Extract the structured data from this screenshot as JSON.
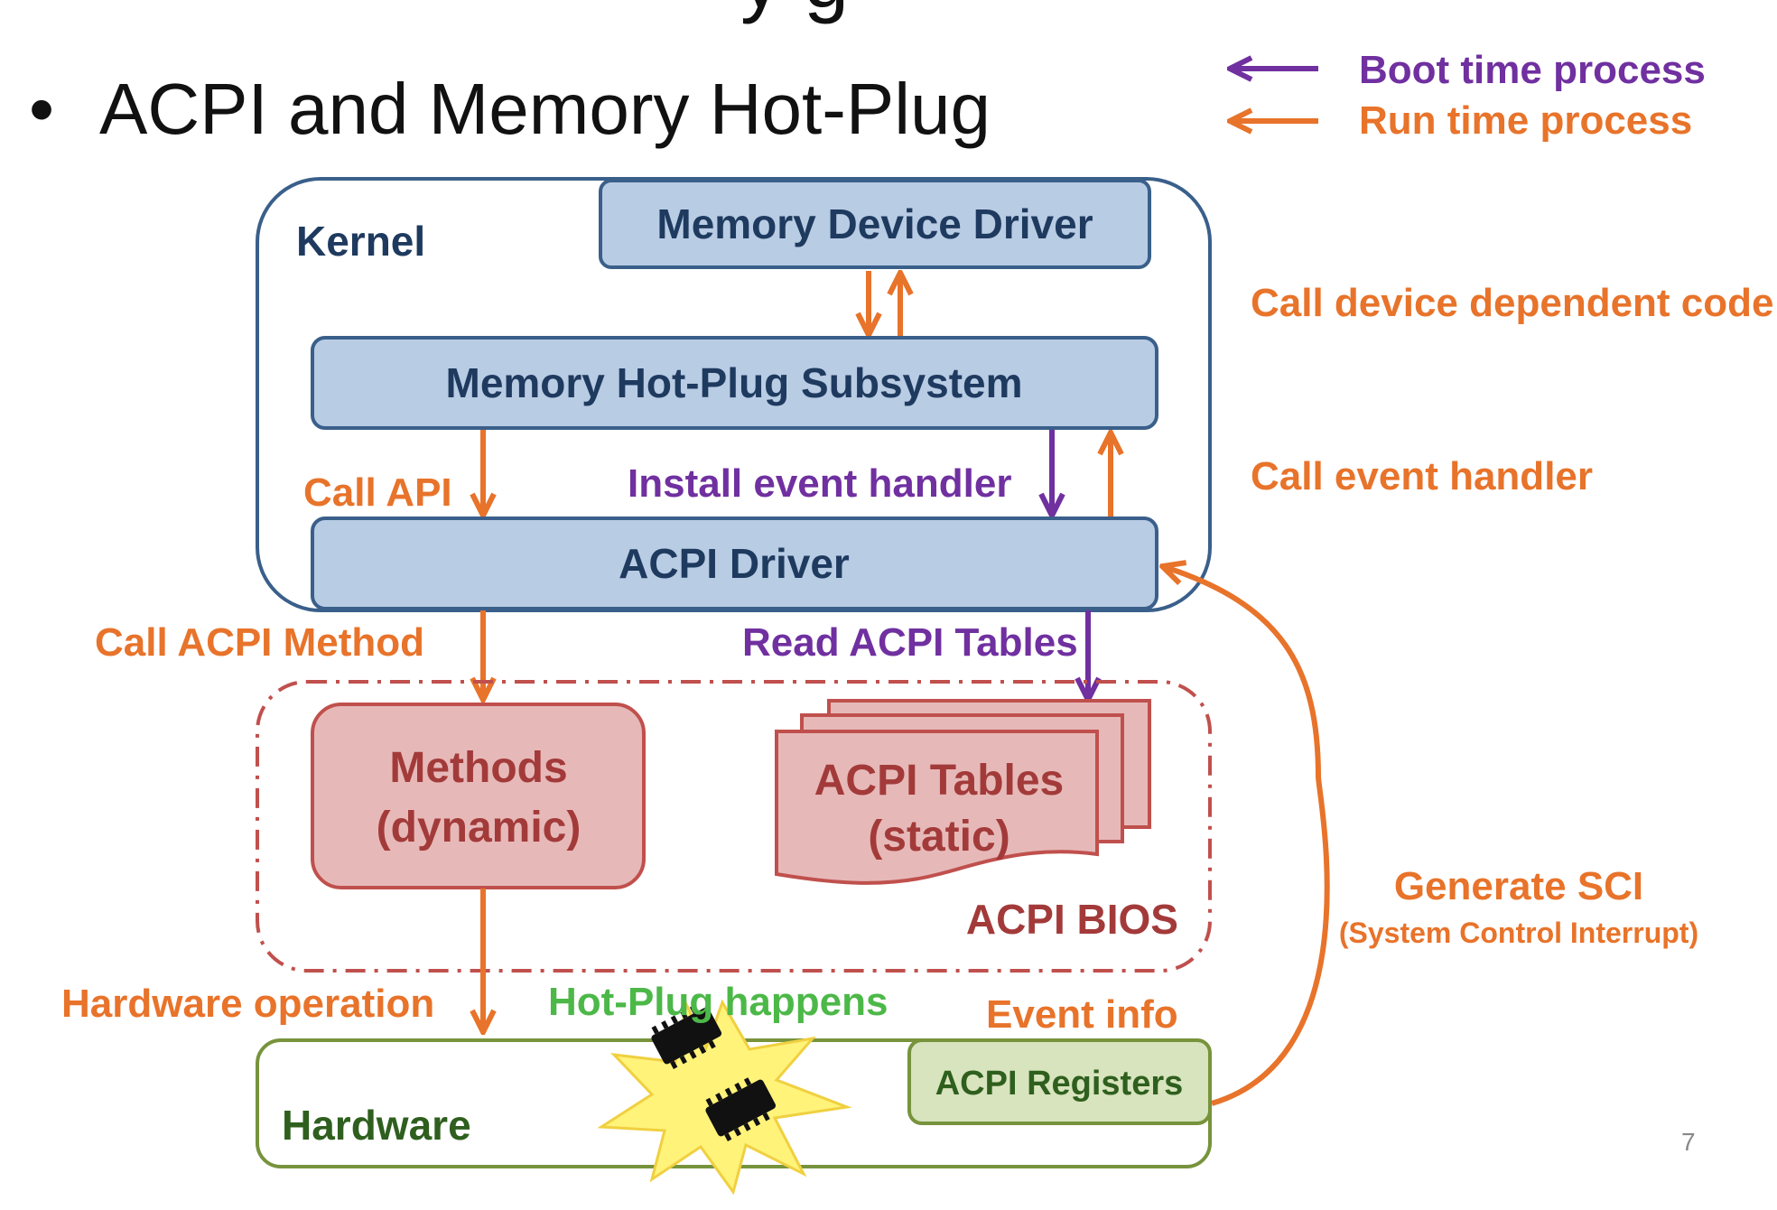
{
  "slide": {
    "title_partial": "y   g",
    "bullet": "•",
    "heading": "ACPI and Memory Hot-Plug",
    "page_number": "7"
  },
  "legend": {
    "items": [
      {
        "label": "Boot time process",
        "color": "#7030a0"
      },
      {
        "label": "Run time process",
        "color": "#e8732a"
      }
    ]
  },
  "diagram": {
    "kernel_label": "Kernel",
    "memory_device_driver": "Memory Device Driver",
    "memory_hotplug_subsystem": "Memory Hot-Plug Subsystem",
    "acpi_driver": "ACPI Driver",
    "call_device_dependent_code": "Call device dependent code",
    "call_api": "Call API",
    "install_event_handler": "Install event handler",
    "call_event_handler": "Call event handler",
    "call_acpi_method": "Call ACPI Method",
    "read_acpi_tables": "Read ACPI Tables",
    "methods_line1": "Methods",
    "methods_line2": "(dynamic)",
    "tables_line1": "ACPI Tables",
    "tables_line2": "(static)",
    "acpi_bios": "ACPI BIOS",
    "generate_sci": "Generate SCI",
    "sci_expansion": "(System Control Interrupt)",
    "hardware_operation": "Hardware operation",
    "hotplug_happens": "Hot-Plug happens",
    "event_info": "Event info",
    "acpi_registers": "ACPI Registers",
    "hardware_label": "Hardware"
  },
  "colors": {
    "boot_time": "#7030a0",
    "run_time": "#e8732a",
    "kernel_border": "#3a5f8a",
    "box_fill": "#b8cce4",
    "bios_border": "#c0504d",
    "methods_fill": "#e6b9b8",
    "hardware_border": "#77933c",
    "registers_fill": "#d7e4bd",
    "starburst": "#fff37a"
  }
}
